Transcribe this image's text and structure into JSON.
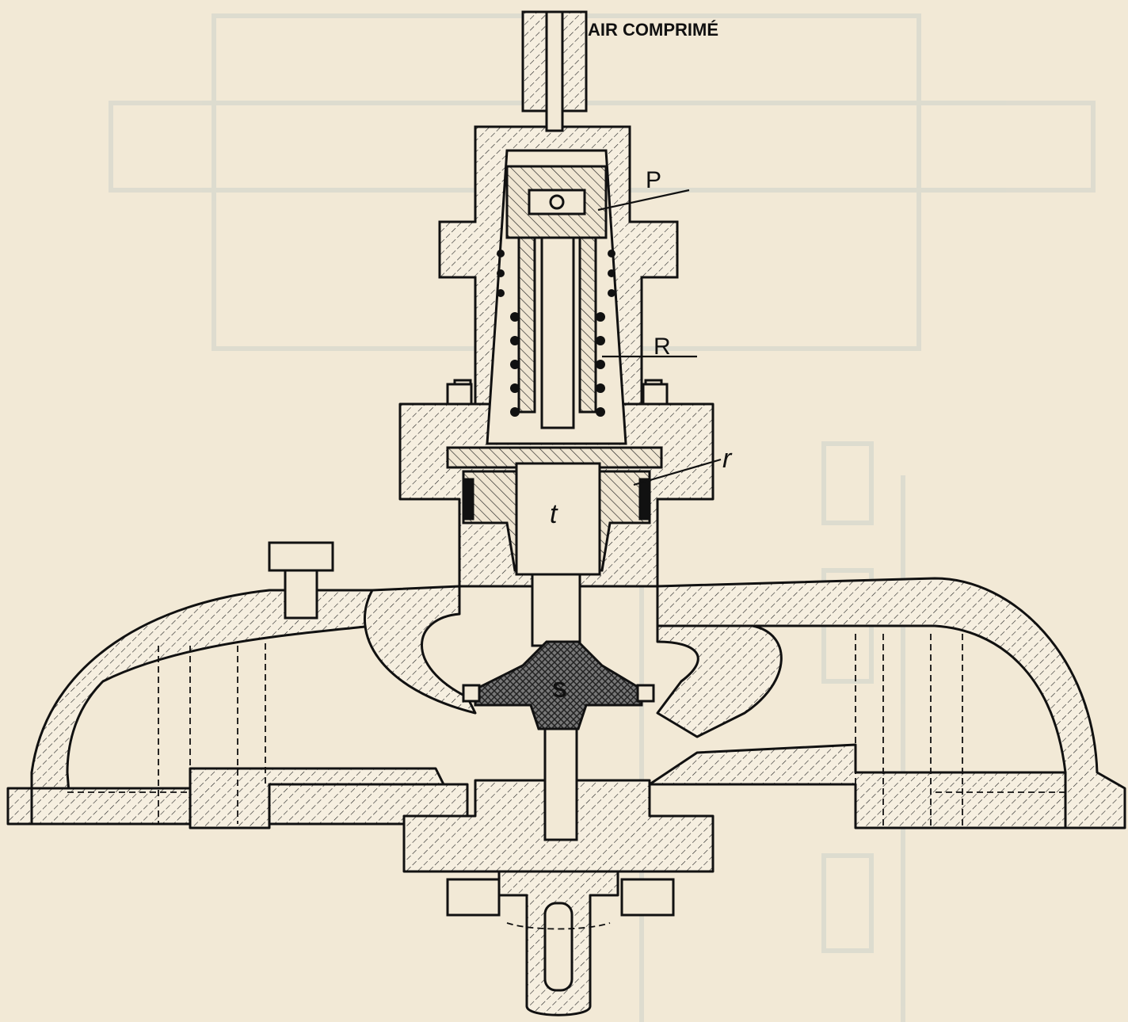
{
  "figure": {
    "title_label": "AIR COMPRIMÉ",
    "labels": {
      "P": "P",
      "R": "R",
      "r": "r",
      "t": "t",
      "S": "S"
    }
  },
  "colors": {
    "paper": "#f2e9d6",
    "ink": "#111111",
    "ghost": "#c9d3cf"
  }
}
